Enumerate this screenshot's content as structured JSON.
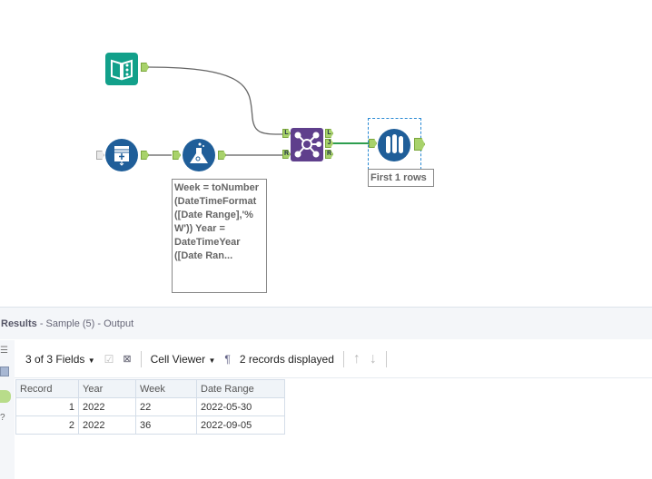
{
  "canvas": {
    "join_anchors": {
      "left": "L",
      "right": "R",
      "out_left": "L",
      "out_join": "J",
      "out_right": "R"
    },
    "formula_annotation": "Week = toNumber (DateTimeFormat ([Date Range],'% W')) Year = DateTimeYear ([Date Ran...",
    "sample_annotation": "First 1 rows",
    "colors": {
      "teal": "#12a08a",
      "blue": "#1f5e99",
      "purple": "#5f3f8c",
      "anchor": "#a8d26b"
    }
  },
  "results": {
    "title": "Results",
    "subtitle": "- Sample (5) - Output",
    "toolbar": {
      "fields": "3 of 3 Fields",
      "viewer": "Cell Viewer",
      "pilcrow": "¶",
      "records": "2 records displayed"
    },
    "table": {
      "headers": [
        "Record",
        "Year",
        "Week",
        "Date Range"
      ],
      "rows": [
        [
          "1",
          "2022",
          "22",
          "2022-05-30"
        ],
        [
          "2",
          "2022",
          "36",
          "2022-09-05"
        ]
      ]
    }
  }
}
